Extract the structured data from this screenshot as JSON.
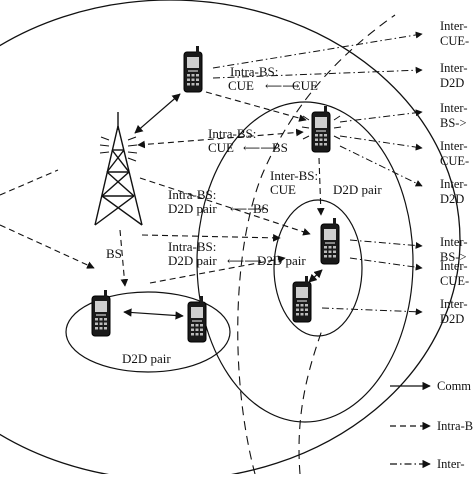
{
  "labels": {
    "intra_cue_cue_1": "Intra-BS:",
    "intra_cue_cue_2": "CUE",
    "intra_cue_cue_3": "CUE",
    "intra_cue_bs_1": "Intra-BS:",
    "intra_cue_bs_2": "CUE",
    "intra_cue_bs_3": "BS",
    "inter_cue_d2d_1": "Inter-BS:",
    "inter_cue_d2d_2": "CUE",
    "inter_cue_d2d_3": "D2D pair",
    "intra_d2d_bs_1": "Intra-BS:",
    "intra_d2d_bs_2": "D2D pair",
    "intra_d2d_bs_3": "BS",
    "bs": "BS",
    "intra_d2d_d2d_1": "Intra-BS:",
    "intra_d2d_d2d_2": "D2D pair",
    "intra_d2d_d2d_3": "D2D pair",
    "d2d_pair": "D2D pair"
  },
  "right_labels": [
    {
      "l1": "Inter-",
      "l2": "CUE-"
    },
    {
      "l1": "Inter-",
      "l2": "D2D"
    },
    {
      "l1": "Inter-",
      "l2": "BS->"
    },
    {
      "l1": "Inter-",
      "l2": "CUE-"
    },
    {
      "l1": "Inter-",
      "l2": "D2D"
    },
    {
      "l1": "Inter-",
      "l2": "BS->"
    },
    {
      "l1": "Inter-",
      "l2": "CUE-"
    },
    {
      "l1": "Inter-",
      "l2": "D2D"
    }
  ],
  "legend": {
    "communication": "Comm",
    "intra": "Intra-B",
    "inter": "Inter-"
  }
}
